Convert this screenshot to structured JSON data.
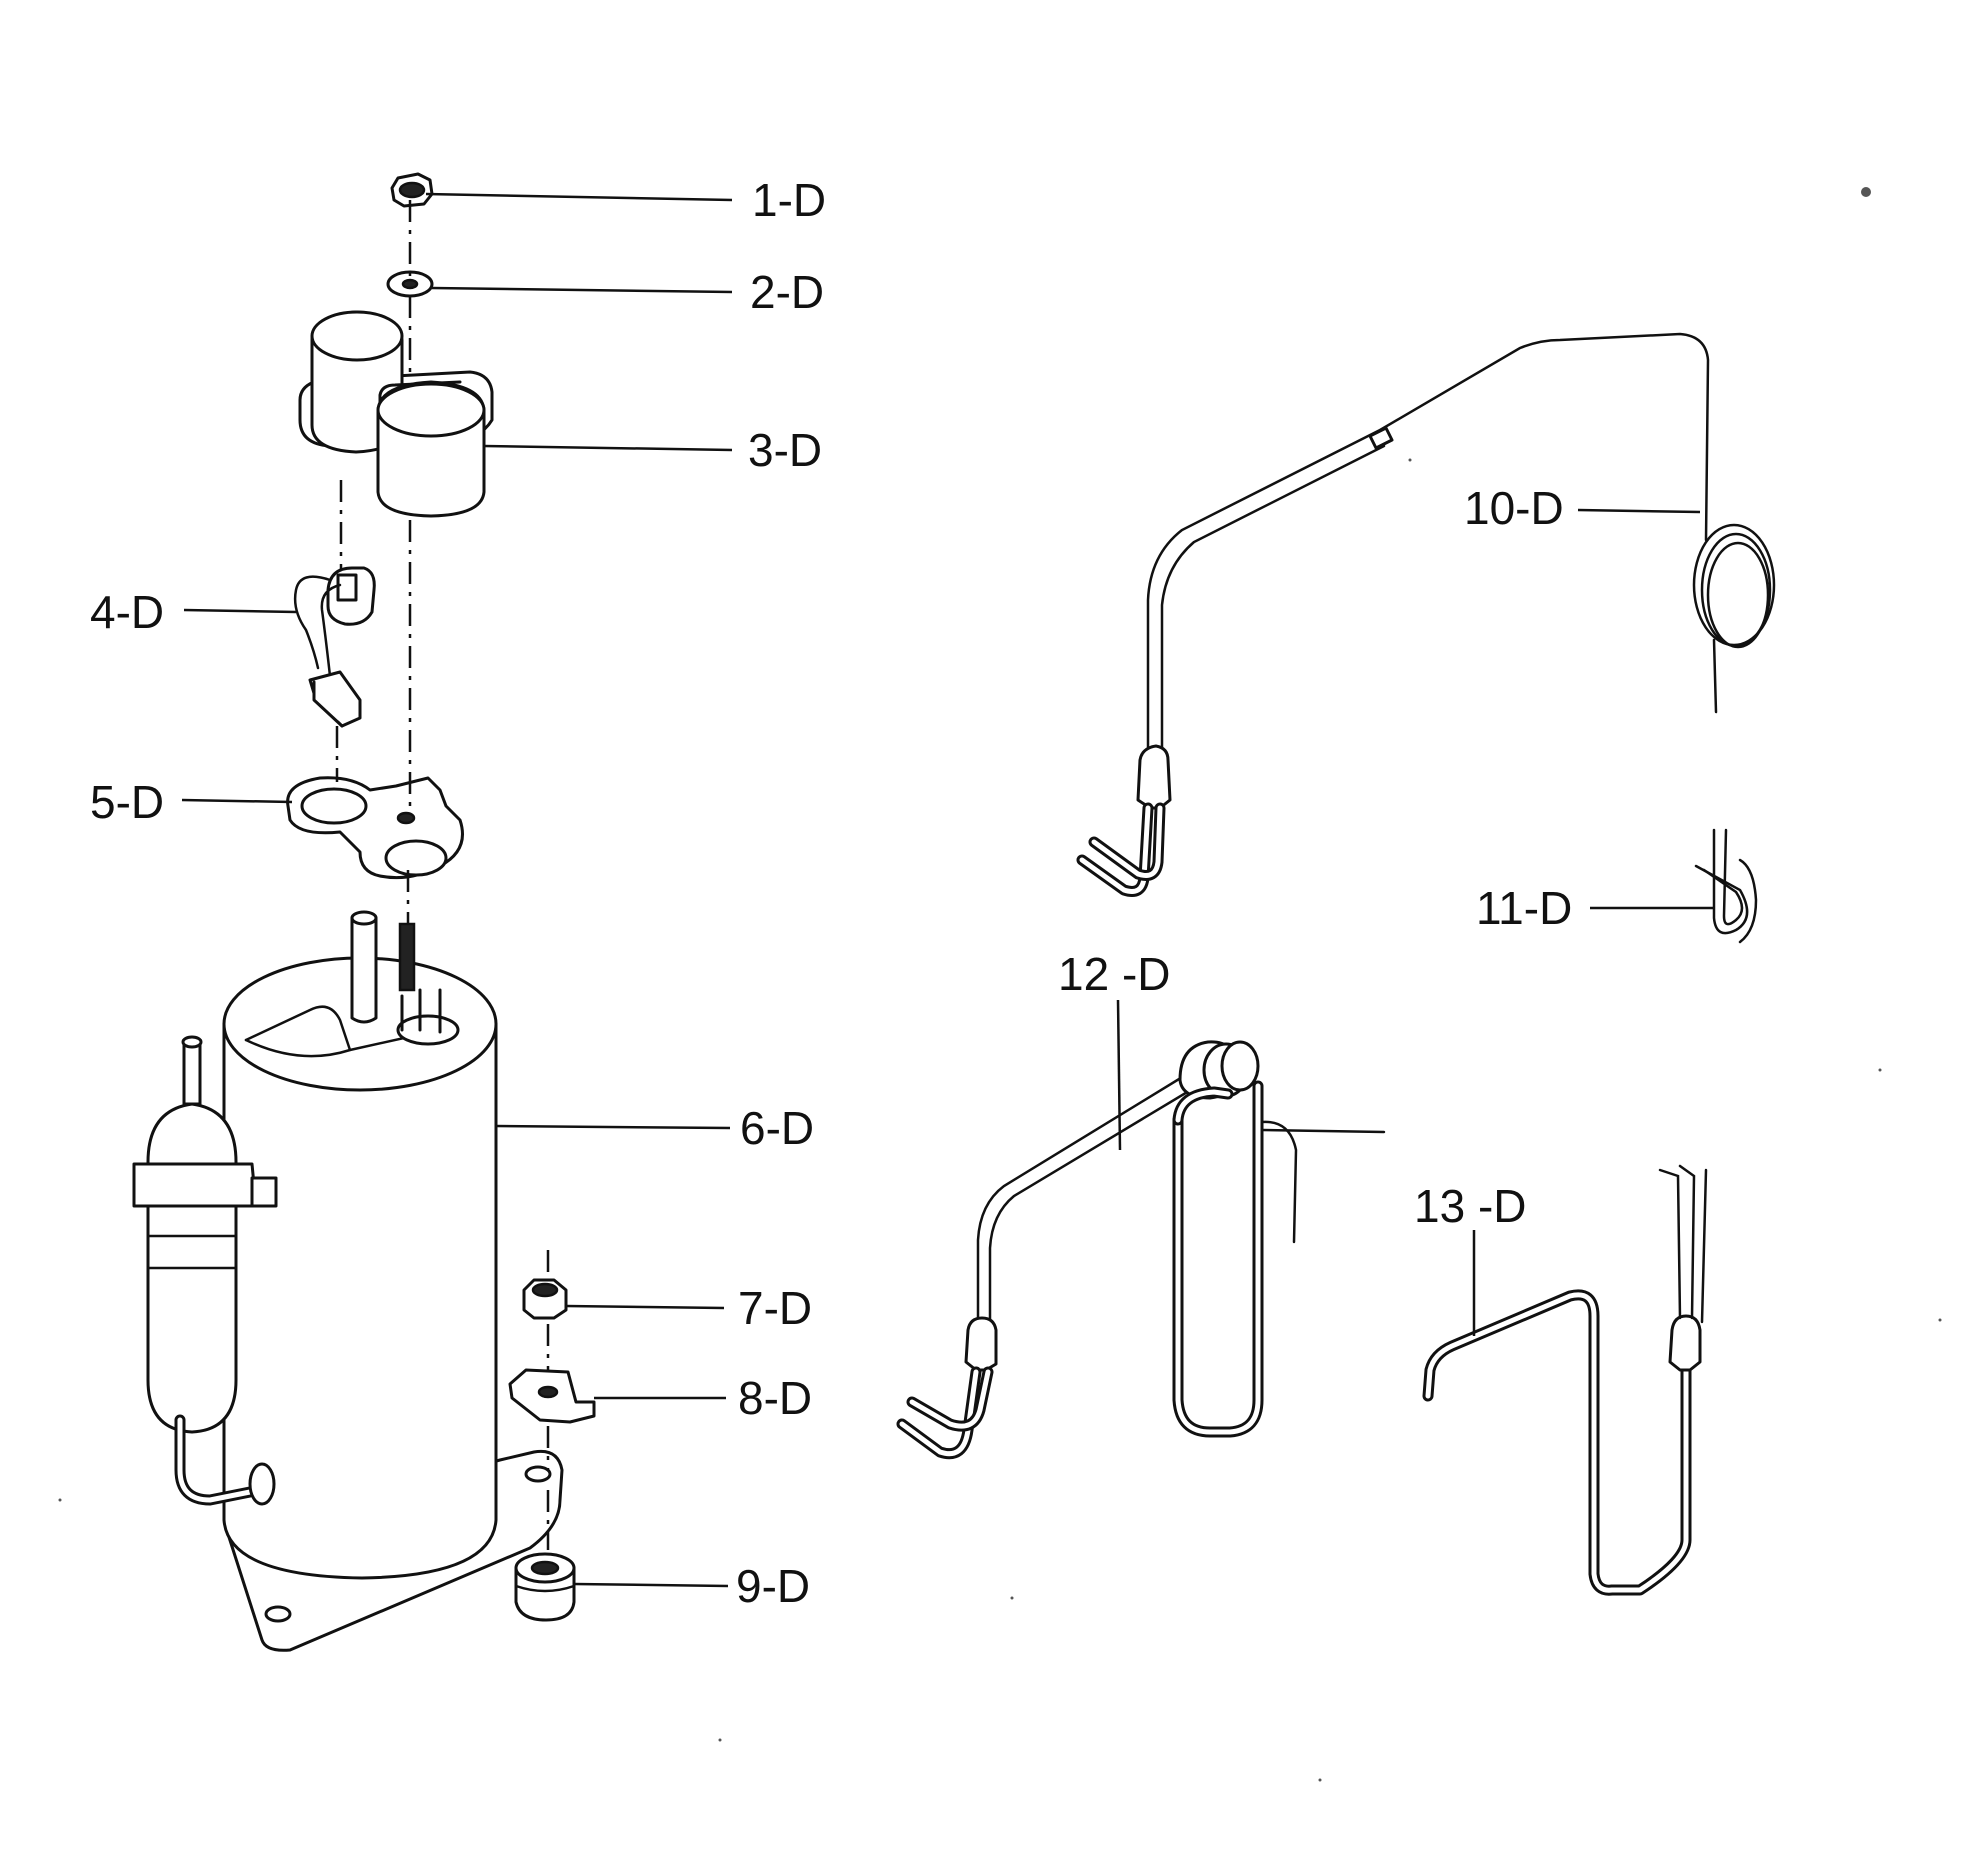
{
  "callouts": [
    {
      "id": "1",
      "label": "1-D"
    },
    {
      "id": "2",
      "label": "2-D"
    },
    {
      "id": "3",
      "label": "3-D"
    },
    {
      "id": "4",
      "label": "4-D"
    },
    {
      "id": "5",
      "label": "5-D"
    },
    {
      "id": "6",
      "label": "6-D"
    },
    {
      "id": "7",
      "label": "7-D"
    },
    {
      "id": "8",
      "label": "8-D"
    },
    {
      "id": "9",
      "label": "9-D"
    },
    {
      "id": "10",
      "label": "10-D"
    },
    {
      "id": "11",
      "label": "11-D"
    },
    {
      "id": "12",
      "label": "12 -D"
    },
    {
      "id": "13",
      "label": "13 -D"
    }
  ]
}
